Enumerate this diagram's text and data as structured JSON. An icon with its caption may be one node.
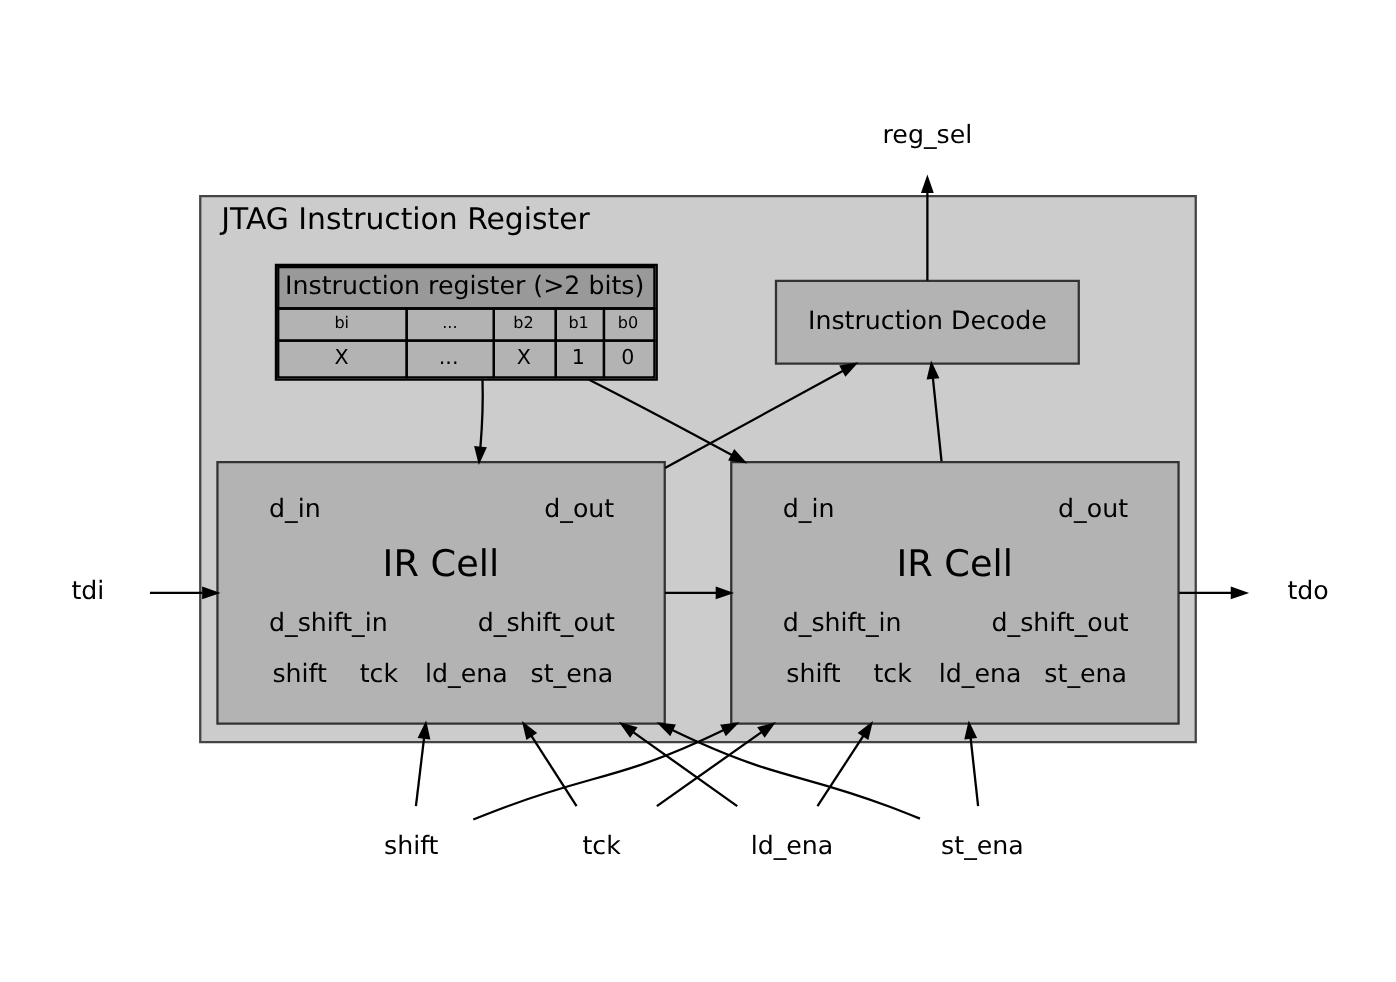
{
  "diagram": {
    "nodes": [
      {
        "text": [
          "JTAG Instruction Register"
        ]
      },
      {
        "text": [
          "Instruction register (>2 bits)",
          "bi",
          "...",
          "b2",
          "b1",
          "b0",
          "X",
          "...",
          "X",
          "1",
          "0"
        ],
        "in": 0
      },
      {
        "text": [
          "Instruction Decode"
        ],
        "in": 0
      },
      {
        "text": [
          "IR Cell",
          "d_in",
          "d_out",
          "d_shift_in",
          "d_shift_out",
          "shift",
          "tck",
          "ld_ena",
          "st_ena"
        ],
        "in": 0
      },
      {
        "text": [
          "IR Cell",
          "d_in",
          "d_out",
          "d_shift_in",
          "d_shift_out",
          "shift",
          "tck",
          "ld_ena",
          "st_ena"
        ],
        "in": 0
      },
      {
        "text": [
          "tdi"
        ]
      },
      {
        "text": [
          "tdo"
        ]
      },
      {
        "text": [
          "reg_sel"
        ]
      },
      {
        "text": [
          "shift"
        ]
      },
      {
        "text": [
          "tck"
        ]
      },
      {
        "text": [
          "ld_ena"
        ]
      },
      {
        "text": [
          "st_ena"
        ]
      }
    ],
    "edges": [
      {
        "from": 5,
        "to": 3,
        "arrow": "to"
      },
      {
        "from": 3,
        "to": 4,
        "arrow": "to"
      },
      {
        "from": 4,
        "to": 6,
        "arrow": "to"
      },
      {
        "from": 1,
        "to": 3,
        "arrow": "to"
      },
      {
        "from": 1,
        "to": 4,
        "arrow": "to"
      },
      {
        "from": 3,
        "to": 2,
        "arrow": "to"
      },
      {
        "from": 4,
        "to": 2,
        "arrow": "to"
      },
      {
        "from": 2,
        "to": 7,
        "arrow": "to"
      },
      {
        "from": 8,
        "to": 3,
        "arrow": "to"
      },
      {
        "from": 8,
        "to": 4,
        "arrow": "to"
      },
      {
        "from": 9,
        "to": 3,
        "arrow": "to"
      },
      {
        "from": 9,
        "to": 4,
        "arrow": "to"
      },
      {
        "from": 10,
        "to": 3,
        "arrow": "to"
      },
      {
        "from": 10,
        "to": 4,
        "arrow": "to"
      },
      {
        "from": 11,
        "to": 3,
        "arrow": "to"
      },
      {
        "from": 11,
        "to": 4,
        "arrow": "to"
      }
    ]
  }
}
